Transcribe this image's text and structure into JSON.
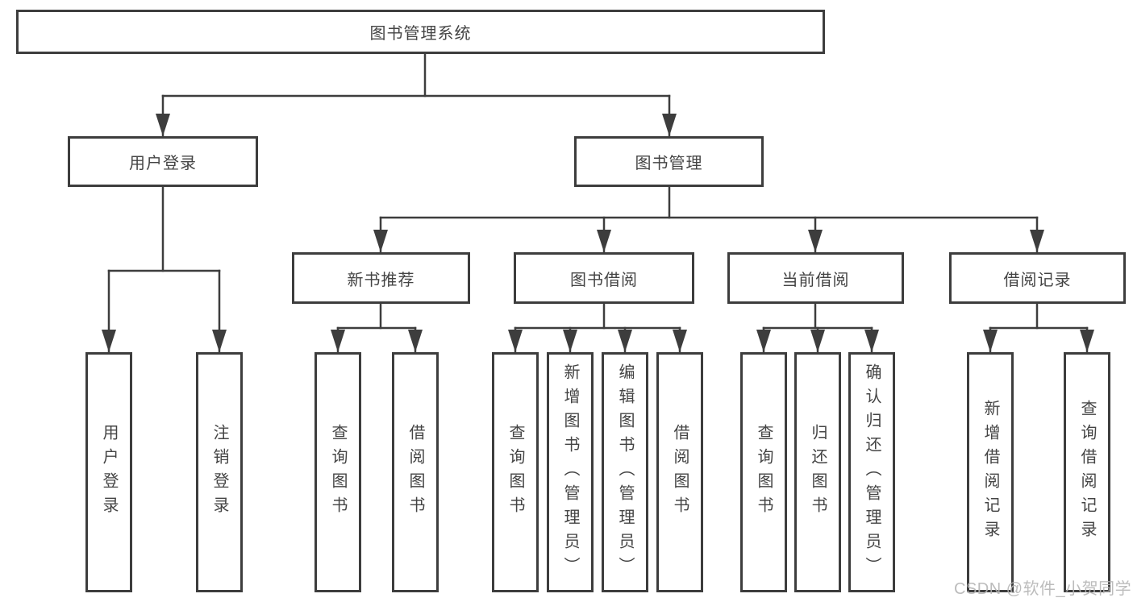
{
  "diagram": {
    "root": "图书管理系统",
    "branches": [
      {
        "label": "用户登录",
        "children": [
          "用户登录",
          "注销登录"
        ]
      },
      {
        "label": "图书管理",
        "sections": [
          {
            "label": "新书推荐",
            "children": [
              "查询图书",
              "借阅图书"
            ]
          },
          {
            "label": "图书借阅",
            "children": [
              "查询图书",
              "新增图书（管理员）",
              "编辑图书（管理员）",
              "借阅图书"
            ]
          },
          {
            "label": "当前借阅",
            "children": [
              "查询图书",
              "归还图书",
              "确认归还（管理员）"
            ]
          },
          {
            "label": "借阅记录",
            "children": [
              "新增借阅记录",
              "查询借阅记录"
            ]
          }
        ]
      }
    ]
  },
  "watermark": {
    "text": "CSDN @软件_小贺同学"
  },
  "colors": {
    "line": "#3d3d3d",
    "text": "#444444",
    "watermark": "#b5b5b5",
    "background": "#ffffff"
  }
}
